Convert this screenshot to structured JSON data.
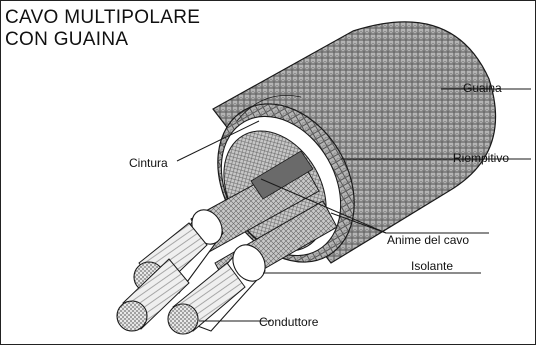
{
  "title": {
    "line1": "CAVO MULTIPOLARE",
    "line2": "CON GUAINA"
  },
  "labels": {
    "guaina": "Guaina",
    "cintura": "Cintura",
    "riempitivo": "Riempitivo",
    "anime": "Anime del cavo",
    "isolante": "Isolante",
    "conduttore": "Conduttore"
  },
  "colors": {
    "line": "#1a1a1a",
    "sheath_fill": "#9a9a9a",
    "insulation": "#ffffff",
    "conductor": "#d8d8d8"
  }
}
